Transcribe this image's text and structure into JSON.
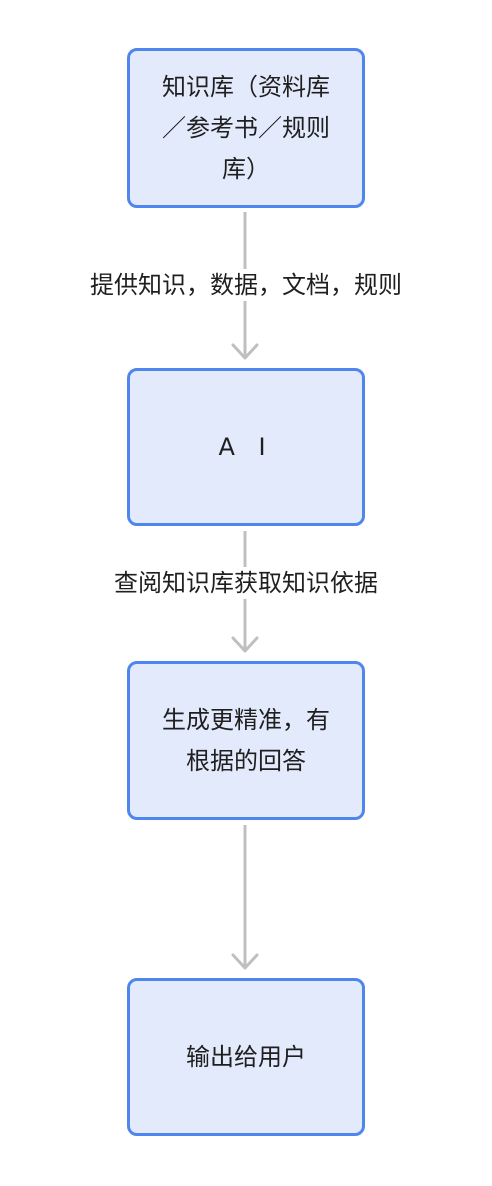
{
  "nodes": {
    "knowledge_base": {
      "lines": [
        "知识库（资料库",
        "／参考书／规则",
        "库）"
      ]
    },
    "ai": {
      "label": "A I"
    },
    "answer": {
      "lines": [
        "生成更精准，有",
        "根据的回答"
      ]
    },
    "output": {
      "label": "输出给用户"
    }
  },
  "edges": {
    "kb_to_ai": {
      "label": "提供知识，数据，文档，规则"
    },
    "ai_to_answer": {
      "label": "查阅知识库获取知识依据"
    },
    "answer_to_output": {
      "label": ""
    }
  },
  "colors": {
    "node_fill": "#e3eafc",
    "node_border": "#4f86ee",
    "edge": "#bfbfbf",
    "text": "#1f1f1f"
  }
}
